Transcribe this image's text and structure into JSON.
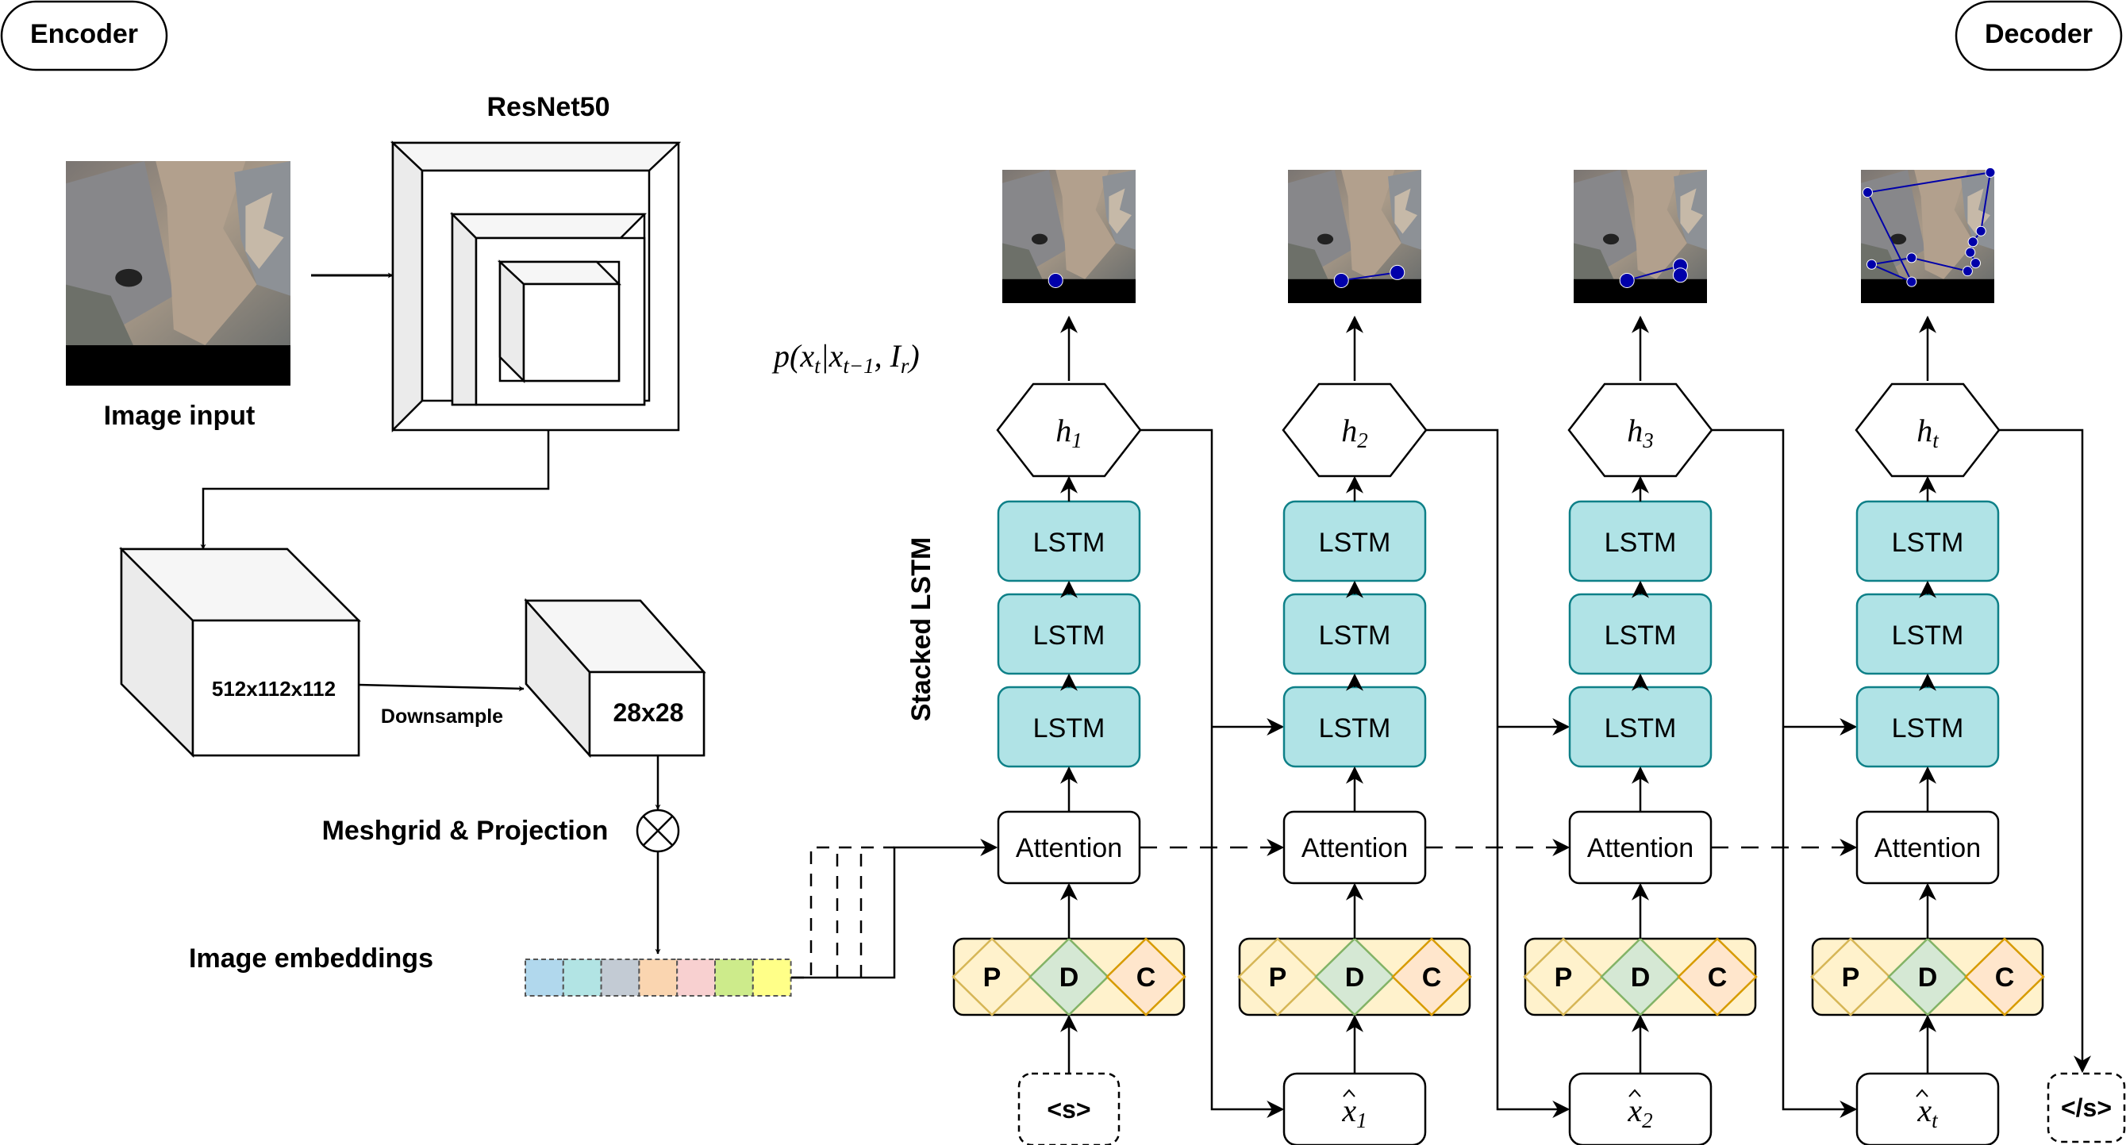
{
  "labels": {
    "encoder": "Encoder",
    "decoder": "Decoder",
    "resnet": "ResNet50",
    "image_input": "Image input",
    "feature_map": "512x112x112",
    "downsample": "Downsample",
    "grid": "28x28",
    "meshgrid": "Meshgrid & Projection",
    "embeddings": "Image embeddings",
    "stacked_lstm": "Stacked LSTM",
    "probability": "p(x_t | x_{t-1}, I_r)"
  },
  "decoder_steps": [
    {
      "hidden": "h",
      "hidden_sub": "1",
      "input": "<s>",
      "input_sub": "",
      "input_hat": false,
      "end": false
    },
    {
      "hidden": "h",
      "hidden_sub": "2",
      "input": "x",
      "input_sub": "1",
      "input_hat": true,
      "end": false
    },
    {
      "hidden": "h",
      "hidden_sub": "3",
      "input": "x",
      "input_sub": "2",
      "input_hat": true,
      "end": false
    },
    {
      "hidden": "h",
      "hidden_sub": "t",
      "input": "x",
      "input_sub": "t",
      "input_hat": true,
      "end": true
    }
  ],
  "end_token": "</s>",
  "lstm_label": "LSTM",
  "attention_label": "Attention",
  "token_letters": [
    "P",
    "D",
    "C"
  ],
  "colors": {
    "lstm_fill": "#b0e3e6",
    "lstm_stroke": "#0e8088",
    "token_bar_fill": "#fff2cc",
    "token_p_fill": "#fff2cc",
    "token_p_stroke": "#d6b656",
    "token_d_fill": "#d5e8d4",
    "token_d_stroke": "#82b366",
    "token_c_fill": "#ffe6cc",
    "token_c_stroke": "#d79b00",
    "vertex": "#0000aa",
    "embedding_cells": [
      "#b1d8ed",
      "#b2e4e4",
      "#c3cbd4",
      "#fad5b0",
      "#f8d0d0",
      "#cdeb8b",
      "#ffff88"
    ]
  }
}
